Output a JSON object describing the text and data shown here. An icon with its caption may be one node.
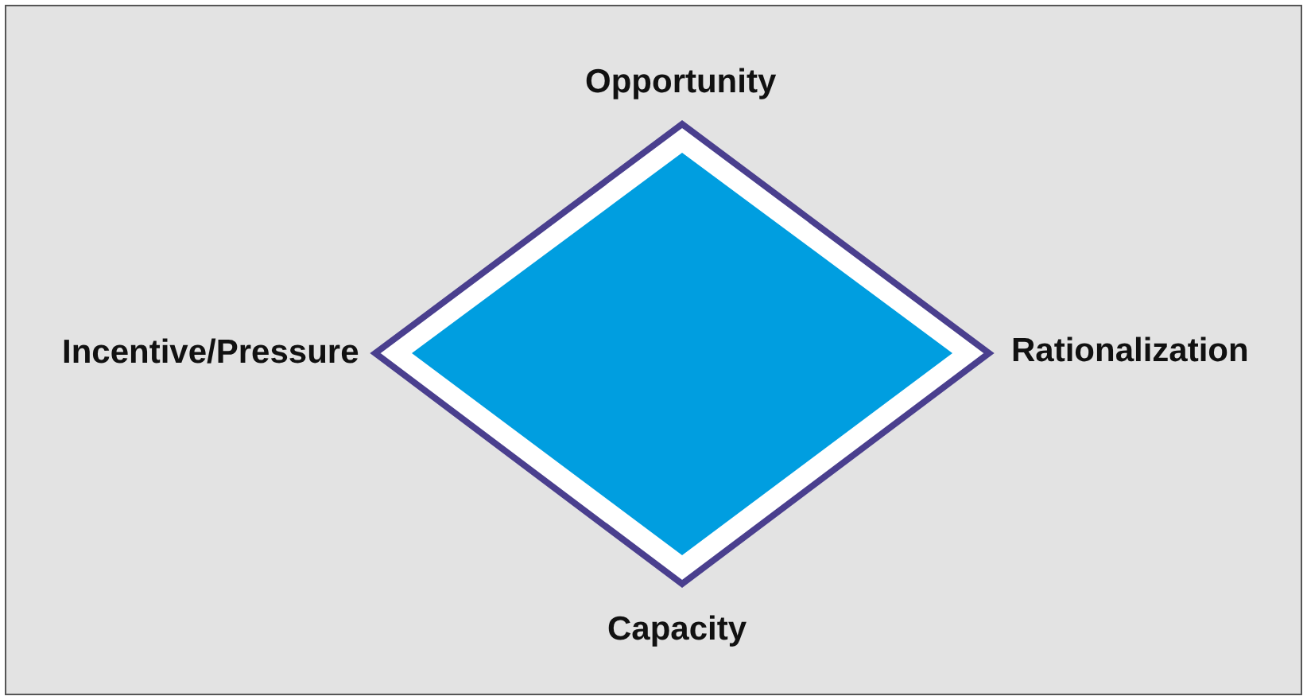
{
  "diagram": {
    "labels": [
      "Opportunity",
      "Incentive/Pressure",
      "Rationalization",
      "Capacity"
    ]
  }
}
